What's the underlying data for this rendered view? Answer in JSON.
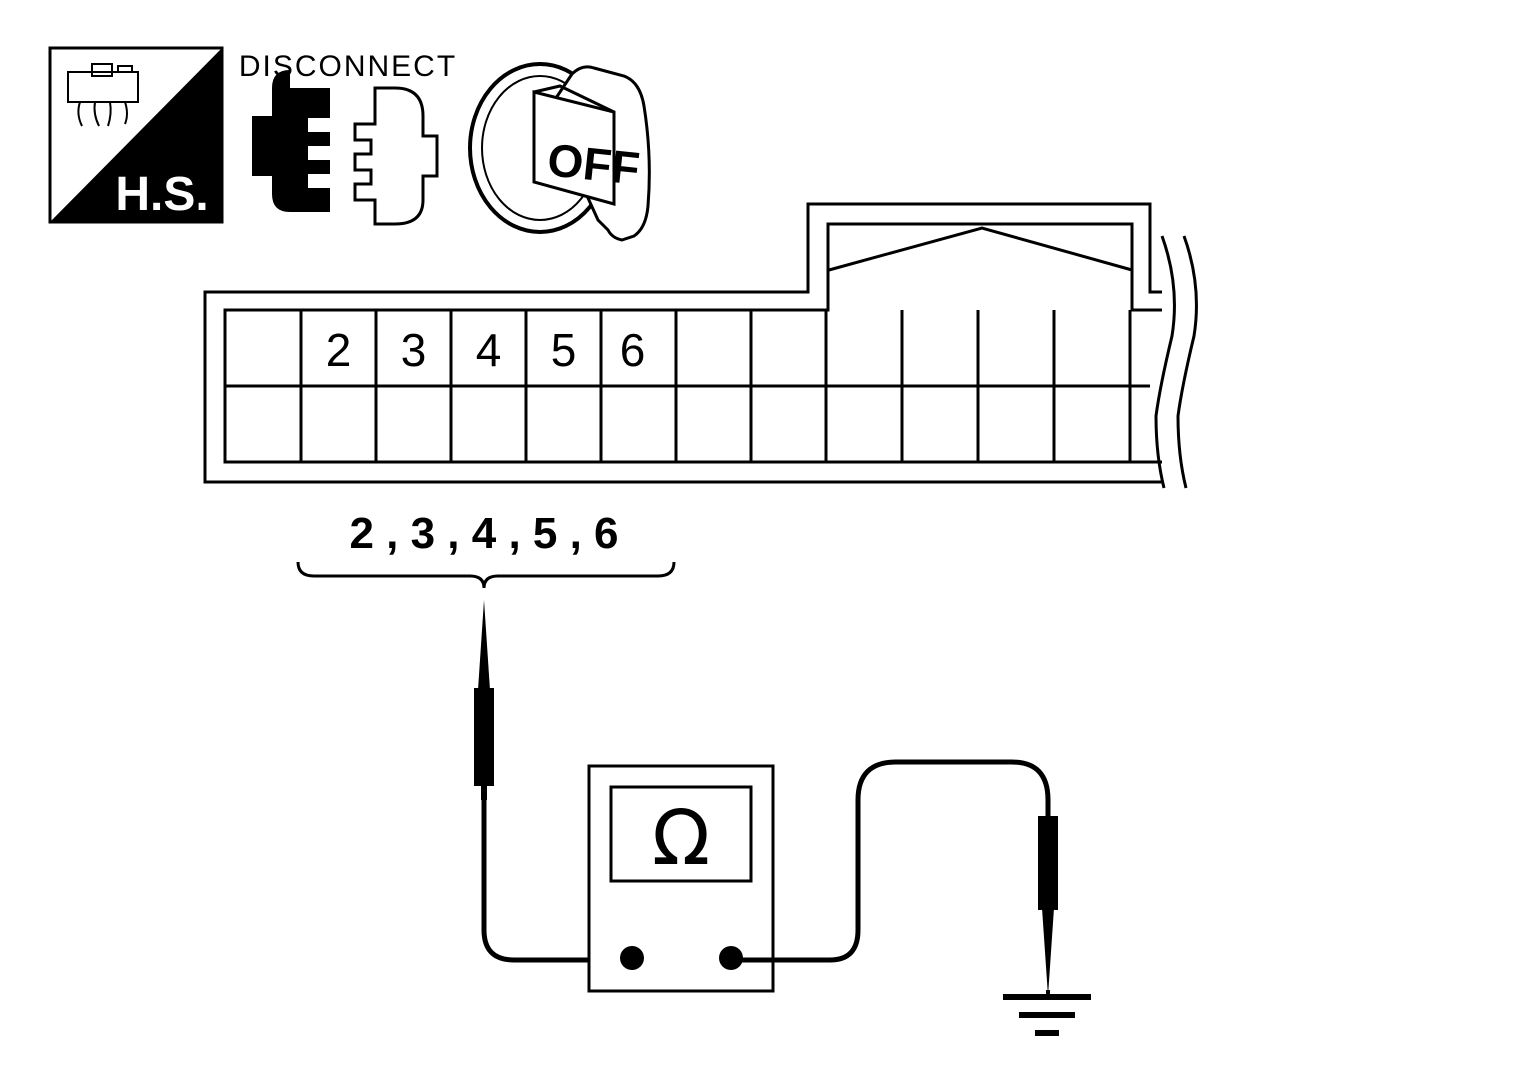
{
  "icons": {
    "hs_label": "H.S.",
    "disconnect_label": "DISCONNECT",
    "ignition_label": "OFF"
  },
  "connector": {
    "pin_labels": [
      "2",
      "3",
      "4",
      "5",
      "6"
    ]
  },
  "probe_terminals": "2 , 3 , 4 , 5 , 6",
  "meter": {
    "symbol": "Ω",
    "icon": "ohmmeter-icon"
  },
  "ground_icon": "ground-icon"
}
